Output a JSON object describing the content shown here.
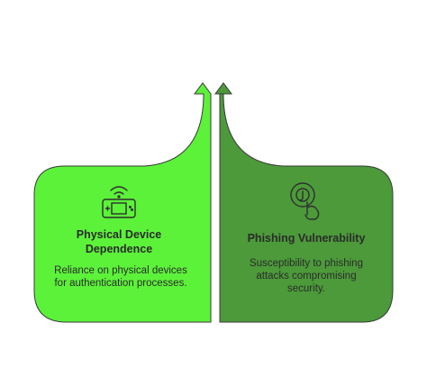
{
  "cards": [
    {
      "title": "Physical Device Dependence",
      "description": "Reliance on physical devices for authentication processes.",
      "icon": "handheld-device-wifi-icon",
      "color": "#5cf23a"
    },
    {
      "title": "Phishing Vulnerability",
      "description": "Susceptibility to phishing attacks compromising security.",
      "icon": "phishing-hook-tap-icon",
      "color": "#4c9a3a"
    }
  ],
  "colors": {
    "stroke": "#3a3a3a",
    "icon": "#2f2f2f"
  }
}
